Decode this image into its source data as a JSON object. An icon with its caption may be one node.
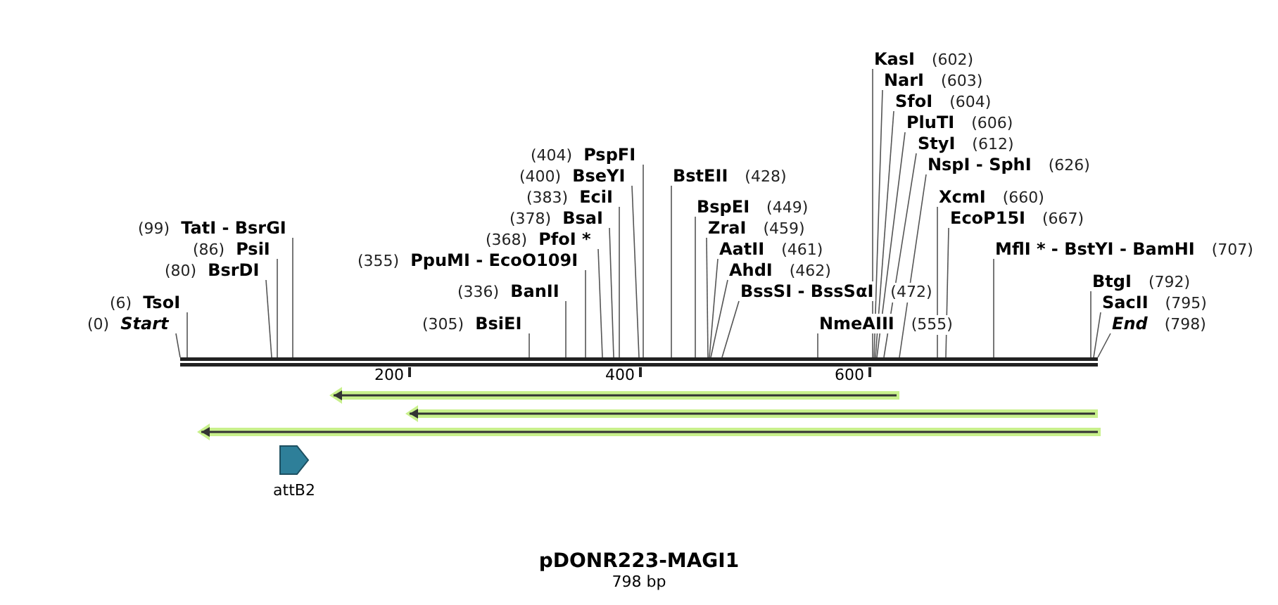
{
  "diagram": {
    "title": "pDONR223-MAGI1",
    "caption": "798 bp",
    "nodes": [
      {
        "text": [
          "KasI",
          "(602)"
        ]
      },
      {
        "text": [
          "NarI",
          "(603)"
        ]
      },
      {
        "text": [
          "SfoI",
          "(604)"
        ]
      },
      {
        "text": [
          "PluTI",
          "(606)"
        ]
      },
      {
        "text": [
          "StyI",
          "(612)"
        ]
      },
      {
        "text": [
          "(404)",
          "PspFI"
        ]
      },
      {
        "text": [
          "NspI - SphI",
          "(626)"
        ]
      },
      {
        "text": [
          "(400)",
          "BseYI"
        ]
      },
      {
        "text": [
          "BstEII",
          "(428)"
        ]
      },
      {
        "text": [
          "(383)",
          "EciI"
        ]
      },
      {
        "text": [
          "XcmI",
          "(660)"
        ]
      },
      {
        "text": [
          "BspEI",
          "(449)"
        ]
      },
      {
        "text": [
          "(378)",
          "BsaI"
        ]
      },
      {
        "text": [
          "EcoP15I",
          "(667)"
        ]
      },
      {
        "text": [
          "ZraI",
          "(459)"
        ]
      },
      {
        "text": [
          "(99)",
          "TatI - BsrGI"
        ]
      },
      {
        "text": [
          "(368)",
          "PfoI *"
        ]
      },
      {
        "text": [
          "AatII",
          "(461)"
        ]
      },
      {
        "text": [
          "(86)",
          "PsiI"
        ]
      },
      {
        "text": [
          "MflI * - BstYI - BamHI",
          "(707)"
        ]
      },
      {
        "text": [
          "(355)",
          "PpuMI - EcoO109I"
        ]
      },
      {
        "text": [
          "(80)",
          "BsrDI"
        ]
      },
      {
        "text": [
          "AhdI",
          "(462)"
        ]
      },
      {
        "text": [
          "BtgI",
          "(792)"
        ]
      },
      {
        "text": [
          "(336)",
          "BanII"
        ]
      },
      {
        "text": [
          "BssSI - BssSαI",
          "(472)"
        ]
      },
      {
        "text": [
          "(6)",
          "TsoI"
        ]
      },
      {
        "text": [
          "SacII",
          "(795)"
        ]
      },
      {
        "text": [
          "(0)",
          "Start"
        ]
      },
      {
        "text": [
          "(305)",
          "BsiEI"
        ]
      },
      {
        "text": [
          "NmeAIII",
          "(555)"
        ]
      },
      {
        "text": [
          "End",
          "(798)"
        ]
      },
      {
        "text": [],
        "shape": "bar"
      },
      {
        "text": [],
        "shape": "arrow"
      },
      {
        "text": [],
        "shape": "arrow"
      },
      {
        "text": [],
        "shape": "arrow"
      },
      {
        "text": [
          "attB2"
        ]
      }
    ],
    "edges": [
      {
        "from": 0,
        "to": 32,
        "arrow": "none"
      },
      {
        "from": 1,
        "to": 32,
        "arrow": "none"
      },
      {
        "from": 2,
        "to": 32,
        "arrow": "none"
      },
      {
        "from": 3,
        "to": 32,
        "arrow": "none"
      },
      {
        "from": 4,
        "to": 32,
        "arrow": "none"
      },
      {
        "from": 5,
        "to": 32,
        "arrow": "none"
      },
      {
        "from": 6,
        "to": 32,
        "arrow": "none"
      },
      {
        "from": 7,
        "to": 32,
        "arrow": "none"
      },
      {
        "from": 8,
        "to": 32,
        "arrow": "none"
      },
      {
        "from": 9,
        "to": 32,
        "arrow": "none"
      },
      {
        "from": 10,
        "to": 32,
        "arrow": "none"
      },
      {
        "from": 11,
        "to": 32,
        "arrow": "none"
      },
      {
        "from": 12,
        "to": 32,
        "arrow": "none"
      },
      {
        "from": 13,
        "to": 32,
        "arrow": "none"
      },
      {
        "from": 14,
        "to": 32,
        "arrow": "none"
      },
      {
        "from": 15,
        "to": 32,
        "arrow": "none"
      },
      {
        "from": 16,
        "to": 32,
        "arrow": "none"
      },
      {
        "from": 17,
        "to": 32,
        "arrow": "none"
      },
      {
        "from": 18,
        "to": 32,
        "arrow": "none"
      },
      {
        "from": 19,
        "to": 32,
        "arrow": "none"
      },
      {
        "from": 20,
        "to": 32,
        "arrow": "none"
      },
      {
        "from": 21,
        "to": 32,
        "arrow": "none"
      },
      {
        "from": 22,
        "to": 32,
        "arrow": "none"
      },
      {
        "from": 23,
        "to": 32,
        "arrow": "none"
      },
      {
        "from": 24,
        "to": 32,
        "arrow": "none"
      },
      {
        "from": 25,
        "to": 32,
        "arrow": "none"
      },
      {
        "from": 26,
        "to": 32,
        "arrow": "none"
      },
      {
        "from": 27,
        "to": 32,
        "arrow": "none"
      },
      {
        "from": 28,
        "to": 32,
        "arrow": "none"
      },
      {
        "from": 29,
        "to": 32,
        "arrow": "none"
      },
      {
        "from": 30,
        "to": 32,
        "arrow": "none"
      },
      {
        "from": 31,
        "to": 32,
        "arrow": "none"
      }
    ],
    "labels": [
      "200",
      "400",
      "600"
    ]
  }
}
